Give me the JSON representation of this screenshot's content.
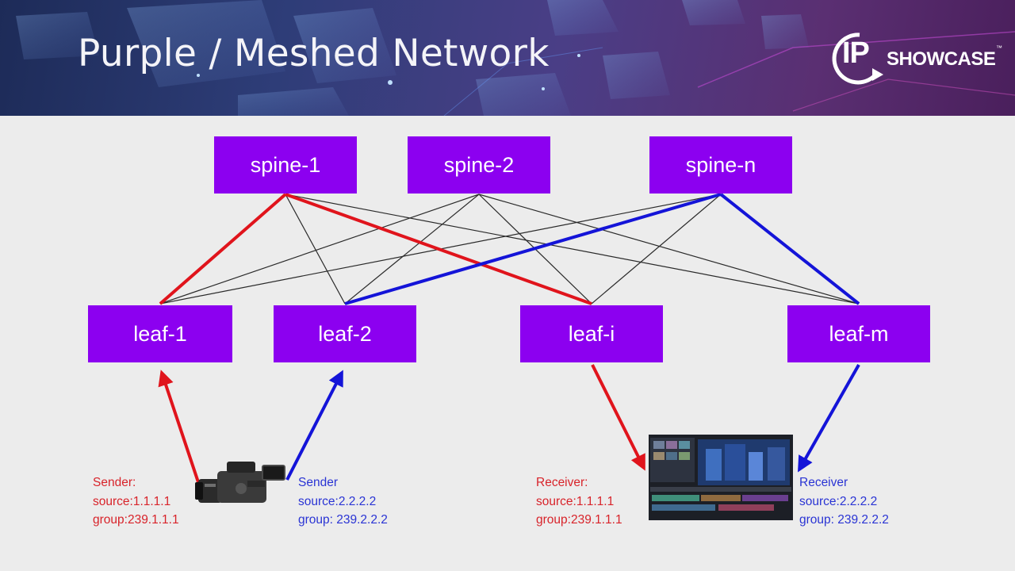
{
  "title": "Purple / Meshed Network",
  "logo": {
    "badge_text": "IP",
    "text": "SHOWCASE",
    "trademark": "™"
  },
  "colors": {
    "node_fill": "#8c00f0",
    "node_text": "#ffffff",
    "mesh_link": "#2a2a2a",
    "red_path": "#e0141c",
    "blue_path": "#1414d8",
    "background": "#ececec"
  },
  "spines": [
    {
      "id": "spine-1",
      "label": "spine-1"
    },
    {
      "id": "spine-2",
      "label": "spine-2"
    },
    {
      "id": "spine-n",
      "label": "spine-n"
    }
  ],
  "leaves": [
    {
      "id": "leaf-1",
      "label": "leaf-1"
    },
    {
      "id": "leaf-2",
      "label": "leaf-2"
    },
    {
      "id": "leaf-i",
      "label": "leaf-i"
    },
    {
      "id": "leaf-m",
      "label": "leaf-m"
    }
  ],
  "paths": {
    "red": [
      "leaf-1",
      "spine-1",
      "leaf-i"
    ],
    "blue": [
      "leaf-2",
      "spine-n",
      "leaf-m"
    ]
  },
  "endpoints": {
    "sender_red": {
      "device": "camera-icon",
      "lines": [
        "Sender:",
        "source:1.1.1.1",
        "group:239.1.1.1"
      ]
    },
    "sender_blue": {
      "device": "camera-icon",
      "lines": [
        "Sender",
        "source:2.2.2.2",
        "group: 239.2.2.2"
      ]
    },
    "receiver_red": {
      "device": "video-editor-icon",
      "lines": [
        "Receiver:",
        "source:1.1.1.1",
        "group:239.1.1.1"
      ]
    },
    "receiver_blue": {
      "device": "video-editor-icon",
      "lines": [
        "Receiver",
        "source:2.2.2.2",
        "group: 239.2.2.2"
      ]
    }
  }
}
